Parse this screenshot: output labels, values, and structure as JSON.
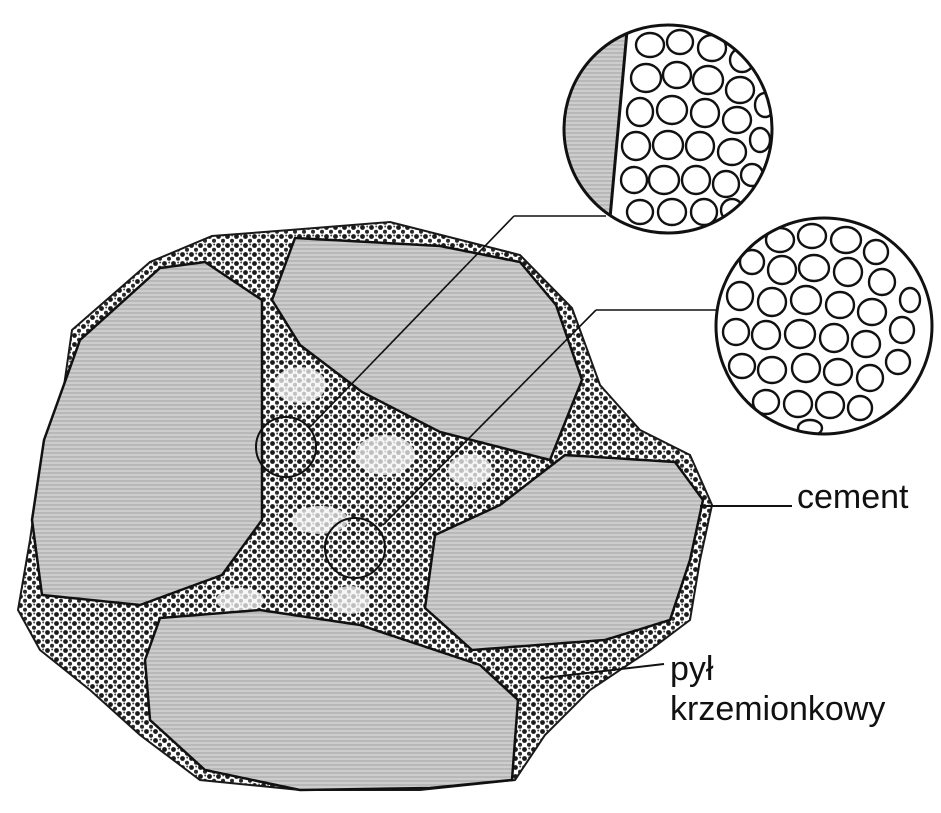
{
  "labels": {
    "cement": "cement",
    "silica_line1": "pył",
    "silica_line2": "krzemionkowy"
  },
  "colors": {
    "grain_fill": "#d2d2d2",
    "outline": "#111111",
    "paste_dots": "#1a1a1a",
    "background": "#ffffff"
  }
}
